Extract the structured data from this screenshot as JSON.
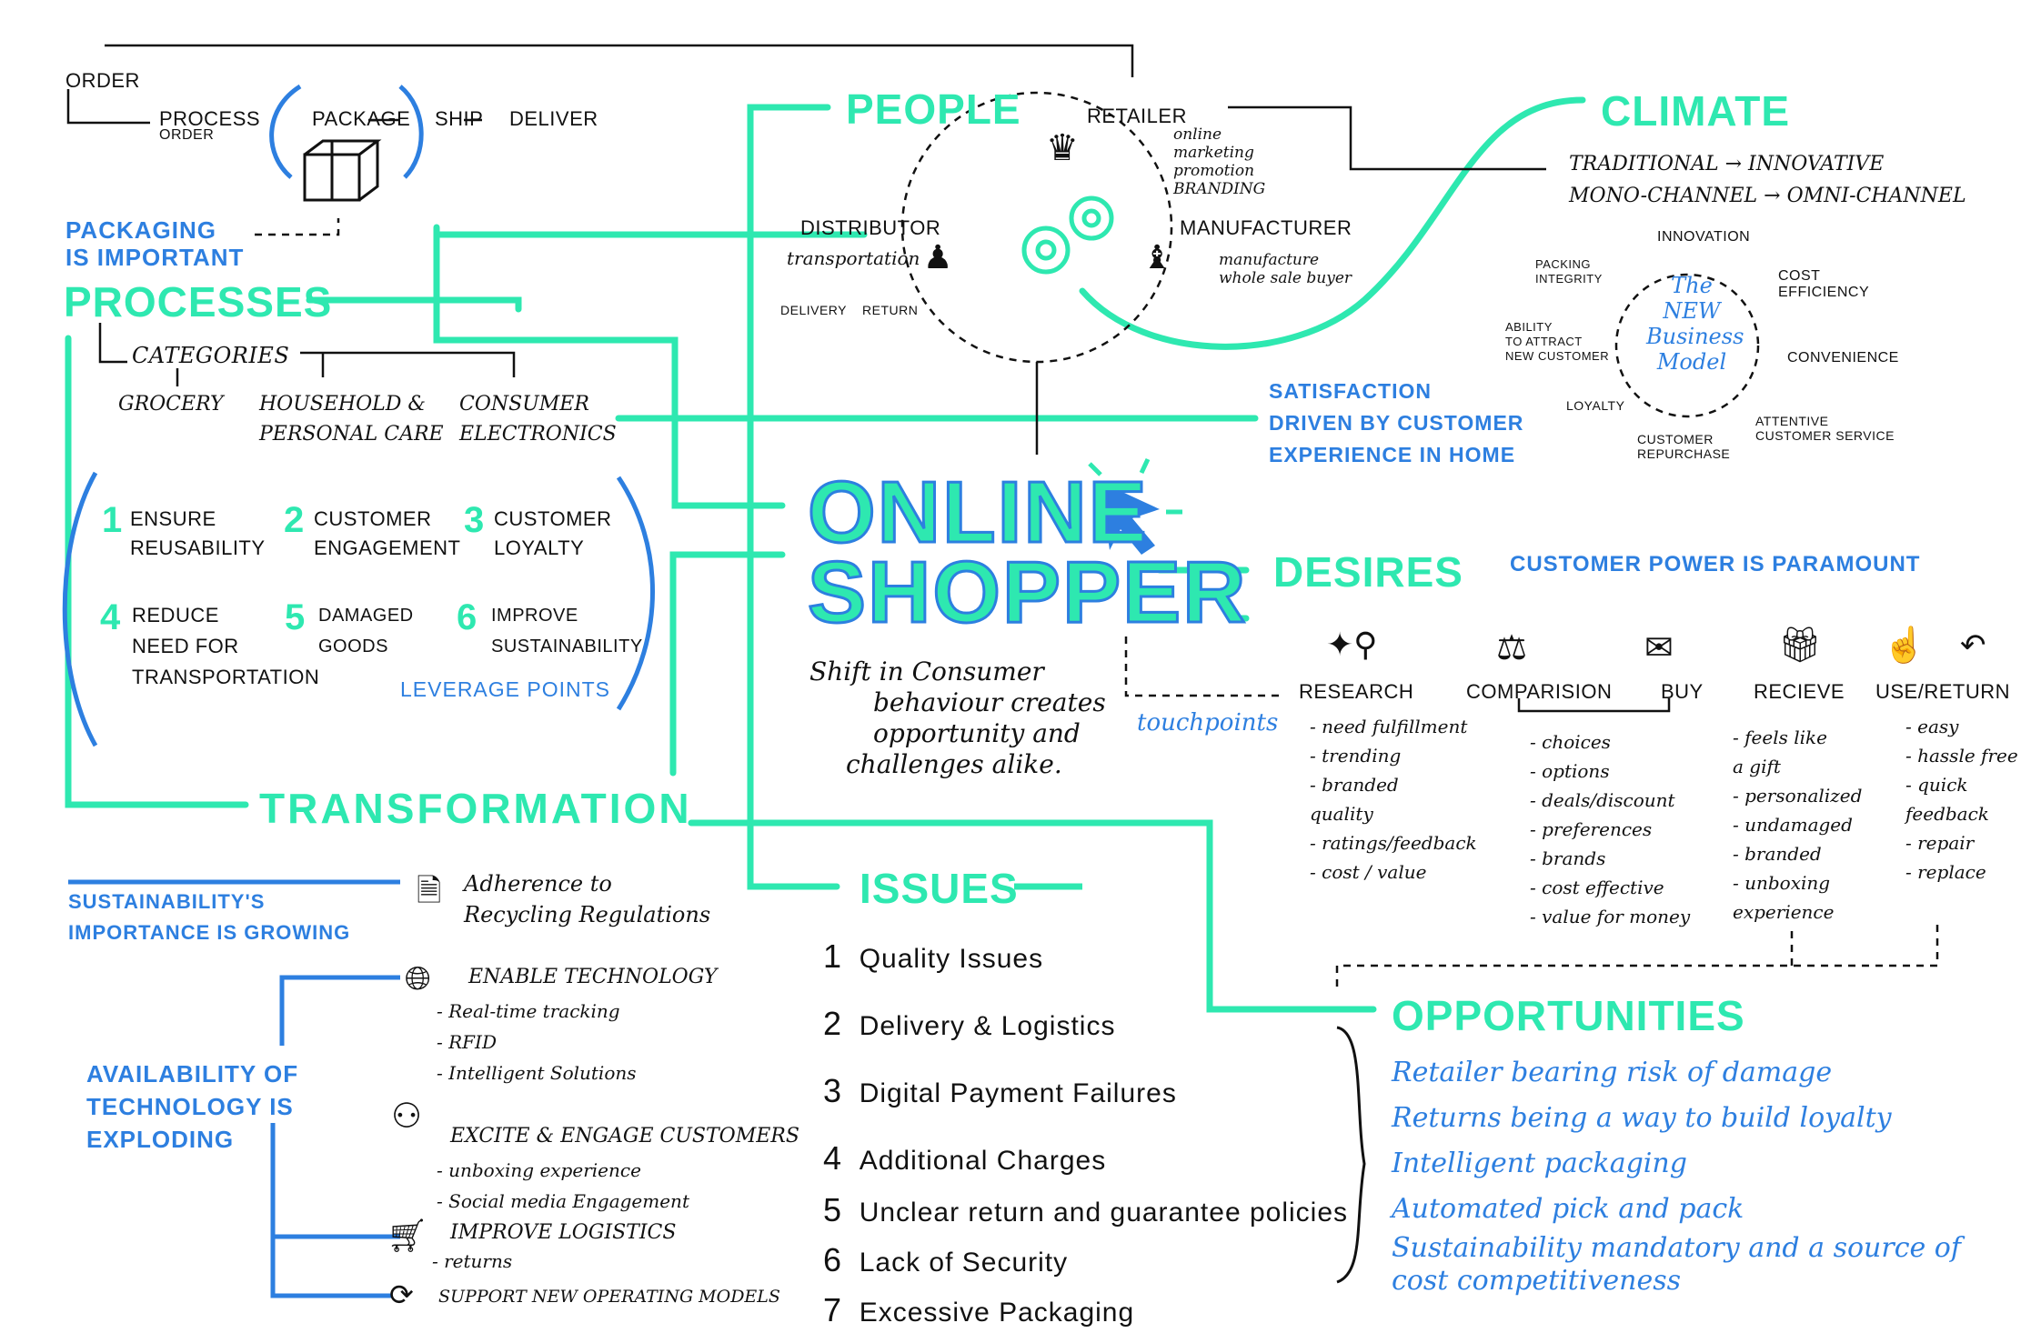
{
  "process_chain": {
    "order": "ORDER",
    "process": "PROCESS",
    "process_sub": "ORDER",
    "package": "PACKAGE",
    "ship": "SHIP",
    "deliver": "DELIVER",
    "packaging_note": [
      "PACKAGING",
      "IS IMPORTANT"
    ]
  },
  "processes": {
    "title": "PROCESSES",
    "categories_label": "CATEGORIES",
    "categories": [
      "GROCERY",
      "HOUSEHOLD &",
      "PERSONAL CARE",
      "CONSUMER",
      "ELECTRONICS"
    ],
    "leverage": [
      {
        "n": "1",
        "l1": "ENSURE",
        "l2": "REUSABILITY"
      },
      {
        "n": "2",
        "l1": "CUSTOMER",
        "l2": "ENGAGEMENT"
      },
      {
        "n": "3",
        "l1": "CUSTOMER",
        "l2": "LOYALTY"
      },
      {
        "n": "4",
        "l1": "REDUCE",
        "l2": "NEED FOR",
        "l3": "TRANSPORTATION"
      },
      {
        "n": "5",
        "l1": "DAMAGED",
        "l2": "GOODS"
      },
      {
        "n": "6",
        "l1": "IMPROVE",
        "l2": "SUSTAINABILITY"
      }
    ],
    "leverage_label": "LEVERAGE POINTS"
  },
  "people": {
    "title": "PEOPLE",
    "retailer": "RETAILER",
    "retailer_notes": [
      "online",
      "marketing",
      "promotion",
      "BRANDING"
    ],
    "distributor": "DISTRIBUTOR",
    "distributor_note": "transportation",
    "delivery": "DELIVERY",
    "return": "RETURN",
    "manufacturer": "MANUFACTURER",
    "manufacturer_notes": [
      "manufacture",
      "whole sale buyer"
    ]
  },
  "climate": {
    "title": "CLIMATE",
    "row1": "TRADITIONAL → INNOVATIVE",
    "row2": "MONO-CHANNEL → OMNI-CHANNEL",
    "cycle_center": [
      "The",
      "NEW",
      "Business",
      "Model"
    ],
    "cycle": {
      "innovation": "INNOVATION",
      "cost": [
        "COST",
        "EFFICIENCY"
      ],
      "convenience": "CONVENIENCE",
      "attentive": [
        "ATTENTIVE",
        "CUSTOMER SERVICE"
      ],
      "repurchase": [
        "CUSTOMER",
        "REPURCHASE"
      ],
      "loyalty": "LOYALTY",
      "attract": [
        "ABILITY",
        "TO ATTRACT",
        "NEW CUSTOMER"
      ],
      "packing": [
        "PACKING",
        "INTEGRITY"
      ]
    }
  },
  "satisfaction": [
    "SATISFACTION",
    "DRIVEN BY CUSTOMER",
    "EXPERIENCE IN HOME"
  ],
  "center": {
    "line1": "ONLINE",
    "line2": "SHOPPER",
    "shift": [
      "Shift in Consumer",
      "behaviour creates",
      "opportunity and",
      "challenges alike."
    ]
  },
  "desires": {
    "title": "DESIRES",
    "power": "CUSTOMER POWER IS PARAMOUNT",
    "touchpoints": "touchpoints",
    "stages": [
      {
        "label": "RESEARCH",
        "items": [
          "- need fulfillment",
          "- trending",
          "- branded",
          "  quality",
          "- ratings/feedback",
          "- cost / value"
        ]
      },
      {
        "label": "COMPARISION",
        "items": [
          "- choices",
          "- options",
          "- deals/discount",
          "- preferences",
          "- brands",
          "- cost effective",
          "- value for money"
        ]
      },
      {
        "label": "BUY",
        "items": []
      },
      {
        "label": "RECIEVE",
        "items": [
          "- feels like",
          "  a gift",
          "- personalized",
          "- undamaged",
          "- branded",
          "- unboxing",
          "  experience"
        ]
      },
      {
        "label": "USE/RETURN",
        "items": [
          "- easy",
          "- hassle free",
          "- quick",
          "  feedback",
          "- repair",
          "- replace"
        ]
      }
    ]
  },
  "transformation": {
    "title": "TRANSFORMATION",
    "sustainability": [
      "SUSTAINABILITY'S",
      "IMPORTANCE IS GROWING"
    ],
    "adherence": [
      "Adherence to",
      "Recycling Regulations"
    ],
    "availability": [
      "AVAILABILITY OF",
      "TECHNOLOGY IS",
      "EXPLODING"
    ],
    "enable": "ENABLE TECHNOLOGY",
    "enable_items": [
      "- Real-time tracking",
      "- RFID",
      "- Intelligent Solutions"
    ],
    "excite": "EXCITE & ENGAGE CUSTOMERS",
    "excite_items": [
      "- unboxing experience",
      "- Social media Engagement"
    ],
    "logistics": "IMPROVE LOGISTICS",
    "logistics_items": [
      "- returns"
    ],
    "support": "SUPPORT NEW OPERATING MODELS"
  },
  "issues": {
    "title": "ISSUES",
    "items": [
      {
        "n": "1",
        "t": "Quality Issues"
      },
      {
        "n": "2",
        "t": "Delivery & Logistics"
      },
      {
        "n": "3",
        "t": "Digital Payment Failures"
      },
      {
        "n": "4",
        "t": "Additional Charges"
      },
      {
        "n": "5",
        "t": "Unclear return and guarantee policies"
      },
      {
        "n": "6",
        "t": "Lack of Security"
      },
      {
        "n": "7",
        "t": "Excessive Packaging"
      }
    ]
  },
  "opportunities": {
    "title": "OPPORTUNITIES",
    "items": [
      "Retailer bearing risk of damage",
      "Returns being a way to build loyalty",
      "Intelligent packaging",
      "Automated pick and pack",
      "Sustainability mandatory and a source of",
      "cost competitiveness"
    ]
  },
  "colors": {
    "green": "#2ee8b0",
    "blue": "#2d7fe0",
    "ink": "#111111"
  }
}
